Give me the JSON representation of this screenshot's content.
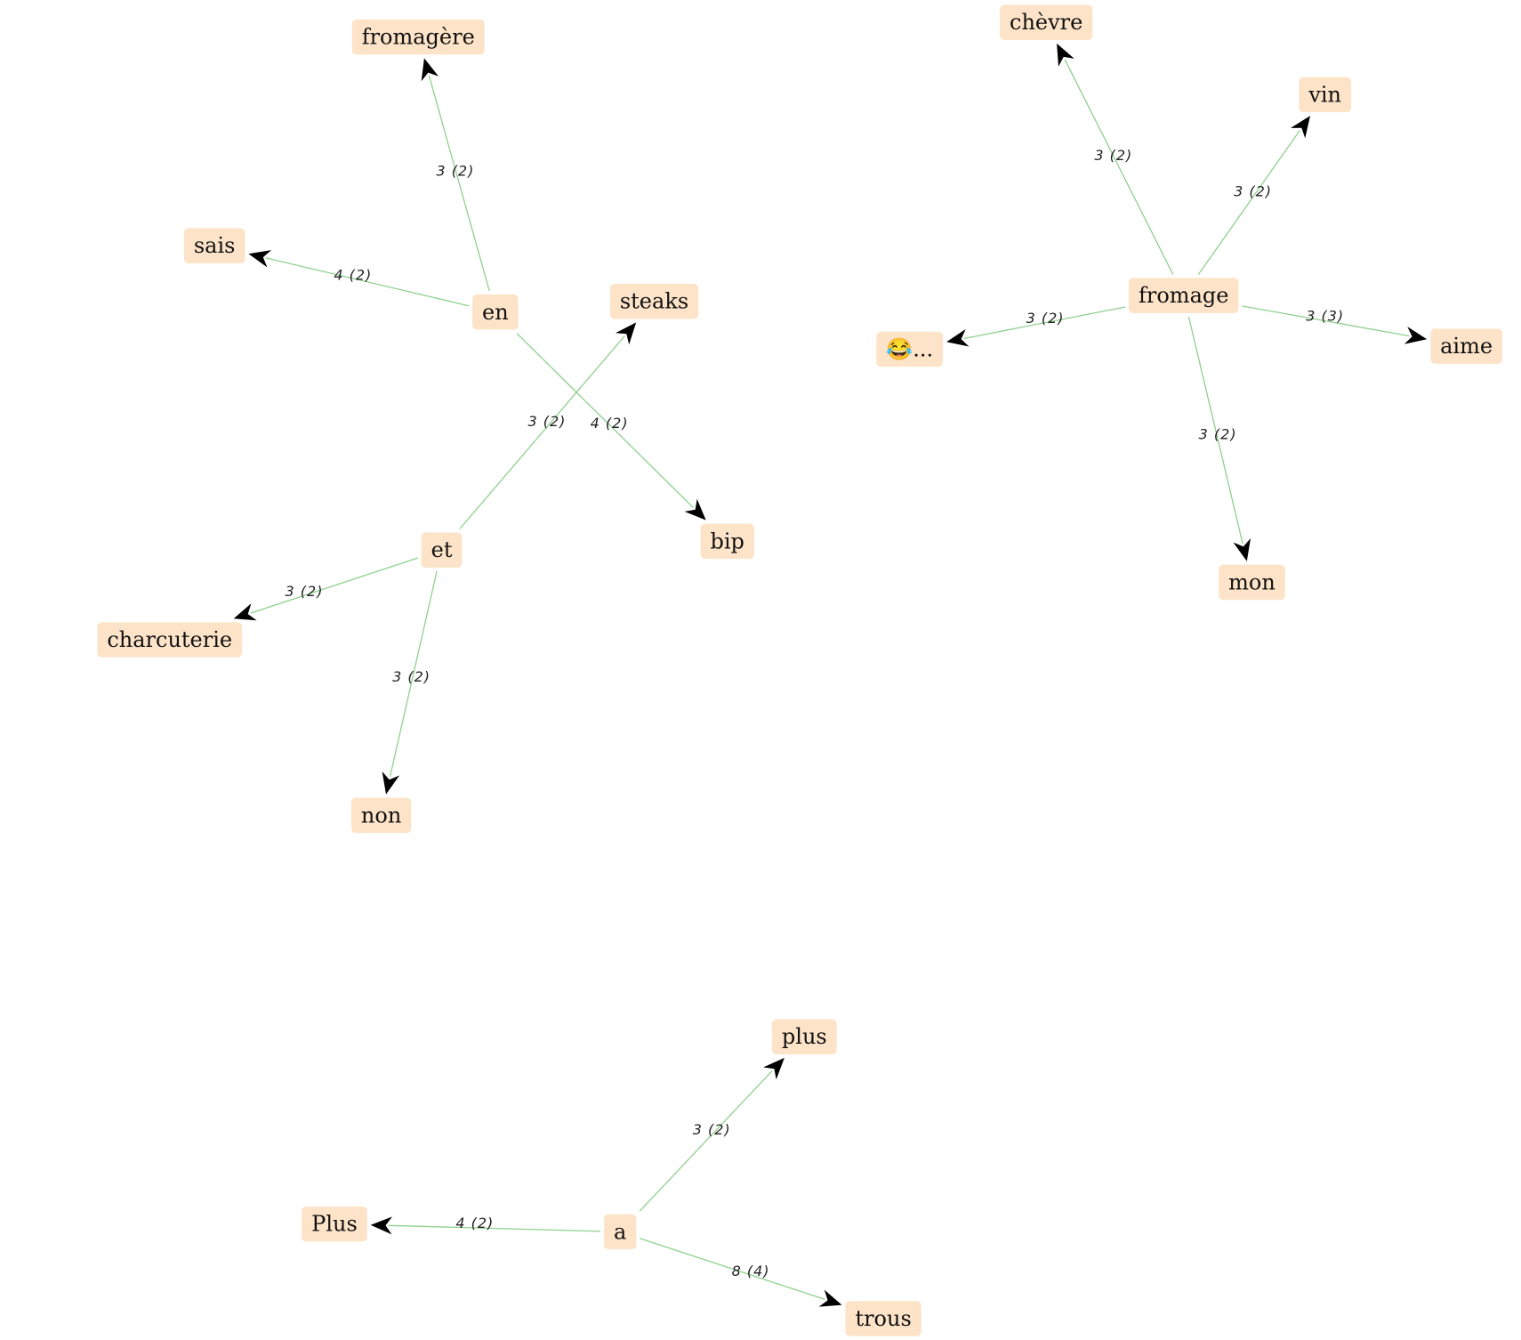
{
  "graph": {
    "colors": {
      "edge": "#8fd08f",
      "arrow": "#000000",
      "node_fill": "#fde3c8",
      "node_text": "#111111",
      "label_text": "#222222"
    },
    "nodes": [
      {
        "id": "fromagere",
        "label": "fromagère"
      },
      {
        "id": "sais",
        "label": "sais"
      },
      {
        "id": "en",
        "label": "en"
      },
      {
        "id": "steaks",
        "label": "steaks"
      },
      {
        "id": "bip",
        "label": "bip"
      },
      {
        "id": "et",
        "label": "et"
      },
      {
        "id": "charcuterie",
        "label": "charcuterie"
      },
      {
        "id": "non",
        "label": "non"
      },
      {
        "id": "chevre",
        "label": "chèvre"
      },
      {
        "id": "vin",
        "label": "vin"
      },
      {
        "id": "fromage",
        "label": "fromage"
      },
      {
        "id": "emoji",
        "label": "😂..."
      },
      {
        "id": "aime",
        "label": "aime"
      },
      {
        "id": "mon",
        "label": "mon"
      },
      {
        "id": "plus_lower",
        "label": "plus"
      },
      {
        "id": "Plus_upper",
        "label": "Plus"
      },
      {
        "id": "a",
        "label": "a"
      },
      {
        "id": "trous",
        "label": "trous"
      }
    ],
    "edges": [
      {
        "from": "en",
        "to": "fromagere",
        "label": "3 (2)"
      },
      {
        "from": "en",
        "to": "sais",
        "label": "4 (2)"
      },
      {
        "from": "en",
        "to": "bip",
        "label": "4 (2)"
      },
      {
        "from": "et",
        "to": "steaks",
        "label": "3 (2)"
      },
      {
        "from": "et",
        "to": "charcuterie",
        "label": "3 (2)"
      },
      {
        "from": "et",
        "to": "non",
        "label": "3 (2)"
      },
      {
        "from": "fromage",
        "to": "chevre",
        "label": "3 (2)"
      },
      {
        "from": "fromage",
        "to": "vin",
        "label": "3 (2)"
      },
      {
        "from": "fromage",
        "to": "emoji",
        "label": "3 (2)"
      },
      {
        "from": "fromage",
        "to": "aime",
        "label": "3 (3)"
      },
      {
        "from": "fromage",
        "to": "mon",
        "label": "3 (2)"
      },
      {
        "from": "a",
        "to": "plus_lower",
        "label": "3 (2)"
      },
      {
        "from": "a",
        "to": "Plus_upper",
        "label": "4 (2)"
      },
      {
        "from": "a",
        "to": "trous",
        "label": "8 (4)"
      }
    ]
  }
}
